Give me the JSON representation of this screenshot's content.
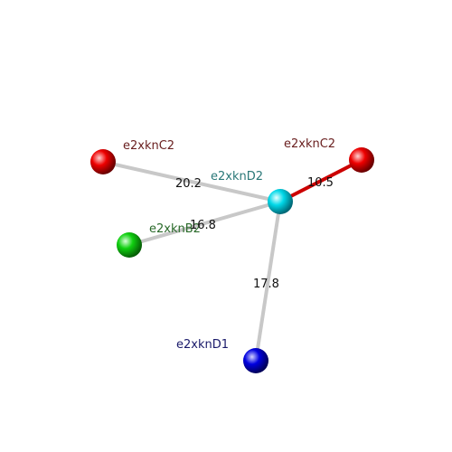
{
  "nodes": [
    {
      "id": "cyan",
      "label": "e2xknD2",
      "color": "#00c8d8",
      "label_color": "#2a7878"
    },
    {
      "id": "red_left",
      "label": "e2xknC2",
      "color": "#e00000",
      "label_color": "#6a2020"
    },
    {
      "id": "red_right",
      "label": "e2xknC2",
      "color": "#e00000",
      "label_color": "#6a2020"
    },
    {
      "id": "green",
      "label": "e2xknB2",
      "color": "#10c010",
      "label_color": "#2a6a2a"
    },
    {
      "id": "blue",
      "label": "e2xknD1",
      "color": "#0000d0",
      "label_color": "#1a1a6a"
    }
  ],
  "edges": [
    {
      "from": "cyan",
      "to": "red_left",
      "distance": "20.2",
      "color": "#c8c8c8"
    },
    {
      "from": "cyan",
      "to": "red_right",
      "distance": "10.5",
      "color": "#cc0000"
    },
    {
      "from": "cyan",
      "to": "green",
      "distance": "16.8",
      "color": "#c8c8c8"
    },
    {
      "from": "cyan",
      "to": "blue",
      "distance": "17.8",
      "color": "#c8c8c8"
    }
  ]
}
